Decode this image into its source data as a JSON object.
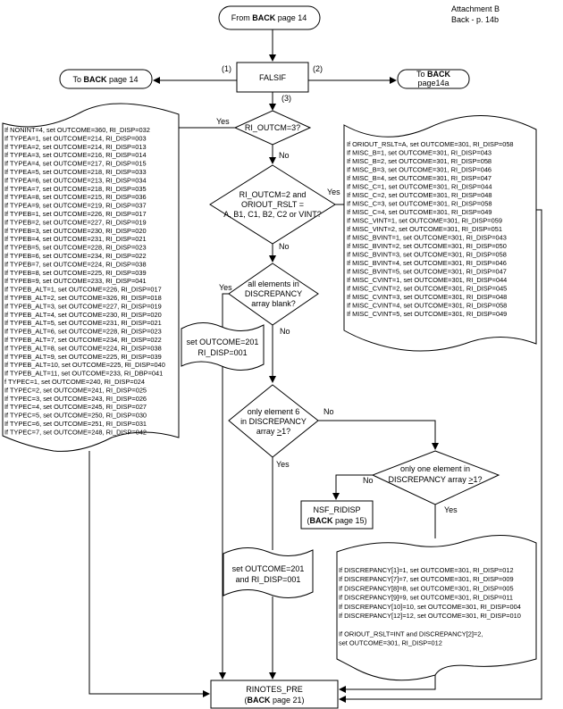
{
  "header": {
    "line1": "Attachment B",
    "line2": "Back - p. 14b"
  },
  "start": {
    "pre": "From ",
    "bold": "BACK",
    "post": " page 14"
  },
  "falsif": {
    "label": "FALSIF",
    "branch1": "(1)",
    "branch2": "(2)",
    "branch3": "(3)"
  },
  "to_back_14": {
    "pre": "To ",
    "bold": "BACK",
    "post": " page 14"
  },
  "to_back_14a": {
    "pre": "To ",
    "bold": "BACK",
    "line2": "page14a"
  },
  "decision1": {
    "label": "RI_OUTCM=3?",
    "yes": "Yes",
    "no": "No"
  },
  "decision2": {
    "line1": "RI_OUTCM=2 and",
    "line2": "ORIOUT_RSLT =",
    "line3": "A, B1, C1, B2, C2 or VINT?",
    "yes": "Yes",
    "no": "No"
  },
  "decision3": {
    "line1": "all elements in",
    "line2": "DISCREPANCY",
    "line3": "array blank?",
    "yes": "Yes",
    "no": "No"
  },
  "decision4": {
    "line1": "only element 6",
    "line2": "in DISCREPANCY",
    "line3a": "array ",
    "line3b": ">",
    "line3c": "1?",
    "yes": "Yes",
    "no": "No"
  },
  "decision5": {
    "line1": "only one element in",
    "line2a": "DISCREPANCY array ",
    "line2b": ">",
    "line2c": "1?",
    "yes": "Yes",
    "no": "No"
  },
  "nsf": {
    "line1": "NSF_RIDISP",
    "bold": "BACK",
    "post": " page 15)",
    "pre": "("
  },
  "doc_blank": {
    "line1": "set OUTCOME=201",
    "line2": "RI_DISP=001"
  },
  "doc_elem6": {
    "line1": "set OUTCOME=201",
    "line2": "and RI_DISP=001"
  },
  "end": {
    "line1": "RINOTES_PRE",
    "pre": "(",
    "bold": "BACK",
    "post": " page 21)"
  },
  "left_doc": [
    "If NONINT=4, set OUTCOME=360, RI_DISP=032",
    "If TYPEA=1, set OUTCOME=214, RI_DISP=003",
    "If TYPEA=2, set OUTCOME=214, RI_DISP=013",
    "If TYPEA=3, set OUTCOME=216, RI_DISP=014",
    "If TYPEA=4, set OUTCOME=217, RI_DISP=015",
    "If TYPEA=5, set OUTCOME=218, RI_DISP=033",
    "If TYPEA=6, set OUTCOME=213, RI_DISP=034",
    "If TYPEA=7, set OUTCOME=218, RI_DISP=035",
    "If TYPEA=8, set OUTCOME=215, RI_DISP=036",
    "If TYPEA=9, set OUTCOME=219, RI_DISP=037",
    "If TYPEB=1, set OUTCOME=226, RI_DISP=017",
    "If TYPEB=2, set OUTCOME=227, RI_DISP=019",
    "If TYPEB=3, set OUTCOME=230, RI_DISP=020",
    "If TYPEB=4, set OUTCOME=231, RI_DISP=021",
    "If TYPEB=5, set OUTCOME=228, RI_DISP=023",
    "If TYPEB=6, set OUTCOME=234, RI_DISP=022",
    "If TYPEB=7, set OUTCOME=224, RI_DISP=038",
    "If TYPEB=8, set OUTCOME=225, RI_DISP=039",
    "If TYPEB=9, set OUTCOME=233, RI_DISP=041",
    "If TYPEB_ALT=1, set OUTCOME=226, RI_DISP=017",
    "If TYPEB_ALT=2, set OUTCOME=326, RI_DISP=018",
    "If TYPEB_ALT=3, set OUTCOME=227, RI_DISP=019",
    "If TYPEB_ALT=4, set OUTCOME=230, RI_DISP=020",
    "If TYPEB_ALT=5, set OUTCOME=231, RI_DISP=021",
    "If TYPEB_ALT=6, set OUTCOME=228, RI_DISP=023",
    "If TYPEB_ALT=7, set OUTCOME=234, RI_DISP=022",
    "If TYPEB_ALT=8, set OUTCOME=224, RI_DISP=038",
    "If TYPEB_ALT=9, set OUTCOME=225, RI_DISP=039",
    "If TYPEB_ALT=10, set OUTCOME=225, RI_DISP=040",
    "If TYPEB_ALT=11, set OUTCOME=233, RI_DBP=041",
    "f TYPEC=1, set OUTCOME=240, RI_DISP=024",
    "If TYPEC=2, set OUTCOME=241, RI_DISP=025",
    "If TYPEC=3, set OUTCOME=243, RI_DISP=026",
    "If TYPEC=4, set OUTCOME=245, RI_DISP=027",
    "If TYPEC=5, set OUTCOME=250, RI_DISP=030",
    "If TYPEC=6, set OUTCOME=251, RI_DISP=031",
    "If TYPEC=7, set OUTCOME=248, RI_DISP=042"
  ],
  "right_doc": [
    "If ORIOUT_RSLT=A, set OUTCOME=301, RI_DISP=058",
    "If MISC_B=1, set OUTCOME=301, RI_DISP=043",
    "If MISC_B=2, set OUTCOME=301, RI_DISP=058",
    "If MISC_B=3, set OUTCOME=301, RI_DISP=046",
    "If MISC_B=4, set OUTCOME=301, RI_DISP=047",
    "If MISC_C=1, set OUTCOME=301, RI_DISP=044",
    "If MISC_C=2, set OUTCOME=301, RI_DISP=048",
    "If MISC_C=3, set OUTCOME=301, RI_DISP=058",
    "If MISC_C=4, set OUTCOME=301, RI_DISP=049",
    "If MISC_VINT=1, set OUTCOME=301, RI_DISP=059",
    "If MISC_VINT=2, set OUTCOME=301, RI_DISP=051",
    "If MISC_BVINT=1, set OUTCOME=301, RI_DISP=043",
    "If MISC_BVINT=2, set OUTCOME=301, RI_DISP=050",
    "If MISC_BVINT=3, set OUTCOME=301, RI_DISP=058",
    "If MISC_BVINT=4, set OUTCOME=301, RI_DISP=046",
    "If MISC_BVINT=5, set OUTCOME=301, RI_DISP=047",
    "If MISC_CVINT=1, set OUTCOME=301, RI_DISP=044",
    "If MISC_CVINT=2, set OUTCOME=301, RI_DISP=045",
    "If MISC_CVINT=3, set OUTCOME=301, RI_DISP=048",
    "If MISC_CVINT=4, set OUTCOME=301, RI_DISP=058",
    "If MISC_CVINT=5, set OUTCOME=301, RI_DISP=049"
  ],
  "bottom_doc": [
    "If DISCREPANCY[1]=1, set OUTCOME=301, RI_DISP=012",
    "If DISCREPANCY[7]=7, set OUTCOME=301, RI_DISP=009",
    "If DISCREPANCY[8]=8, set OUTCOME=301, RI_DISP=005",
    "If DISCREPANCY[9]=9, set OUTCOME=301, RI_DISP=011",
    "If DISCREPANCY[10]=10, set OUTCOME=301, RI_DISP=004",
    "If DISCREPANCY[12]=12, set OUTCOME=301, RI_DISP=010",
    "",
    "If ORIOUT_RSLT=INT and DISCREPANCY[2]=2,",
    "set OUTCOME=301, RI_DISP=012"
  ]
}
